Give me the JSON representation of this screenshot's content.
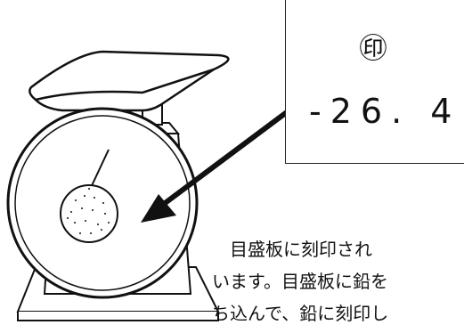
{
  "inset": {
    "symbol": "㊞",
    "reading": "-26. 4"
  },
  "caption": {
    "lines": [
      "　目盛板に刻印され",
      "います。目盛板に鉛を",
      "ち込んで、鉛に刻印し"
    ]
  },
  "colors": {
    "line": "#111111",
    "background": "#ffffff"
  },
  "icons": {
    "scale": "kitchen-scale-illustration",
    "arrow": "pointer-arrow"
  }
}
